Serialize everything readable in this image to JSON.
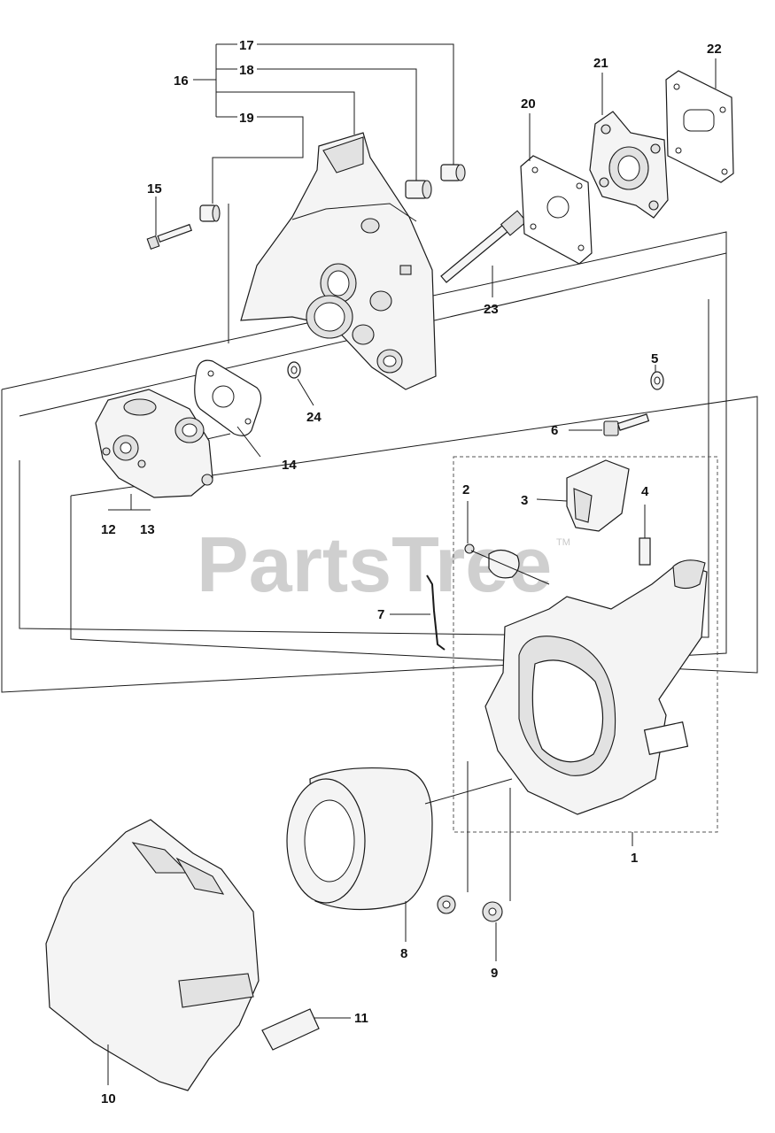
{
  "watermark": {
    "brand": "PartsTree",
    "trademark": "TM"
  },
  "callouts": {
    "c1": "1",
    "c2": "2",
    "c3": "3",
    "c4": "4",
    "c5": "5",
    "c6": "6",
    "c7": "7",
    "c8": "8",
    "c9": "9",
    "c10": "10",
    "c11": "11",
    "c12": "12",
    "c13": "13",
    "c14": "14",
    "c15": "15",
    "c16": "16",
    "c17": "17",
    "c18": "18",
    "c19": "19",
    "c20": "20",
    "c21": "21",
    "c22": "22",
    "c23": "23",
    "c24": "24"
  }
}
